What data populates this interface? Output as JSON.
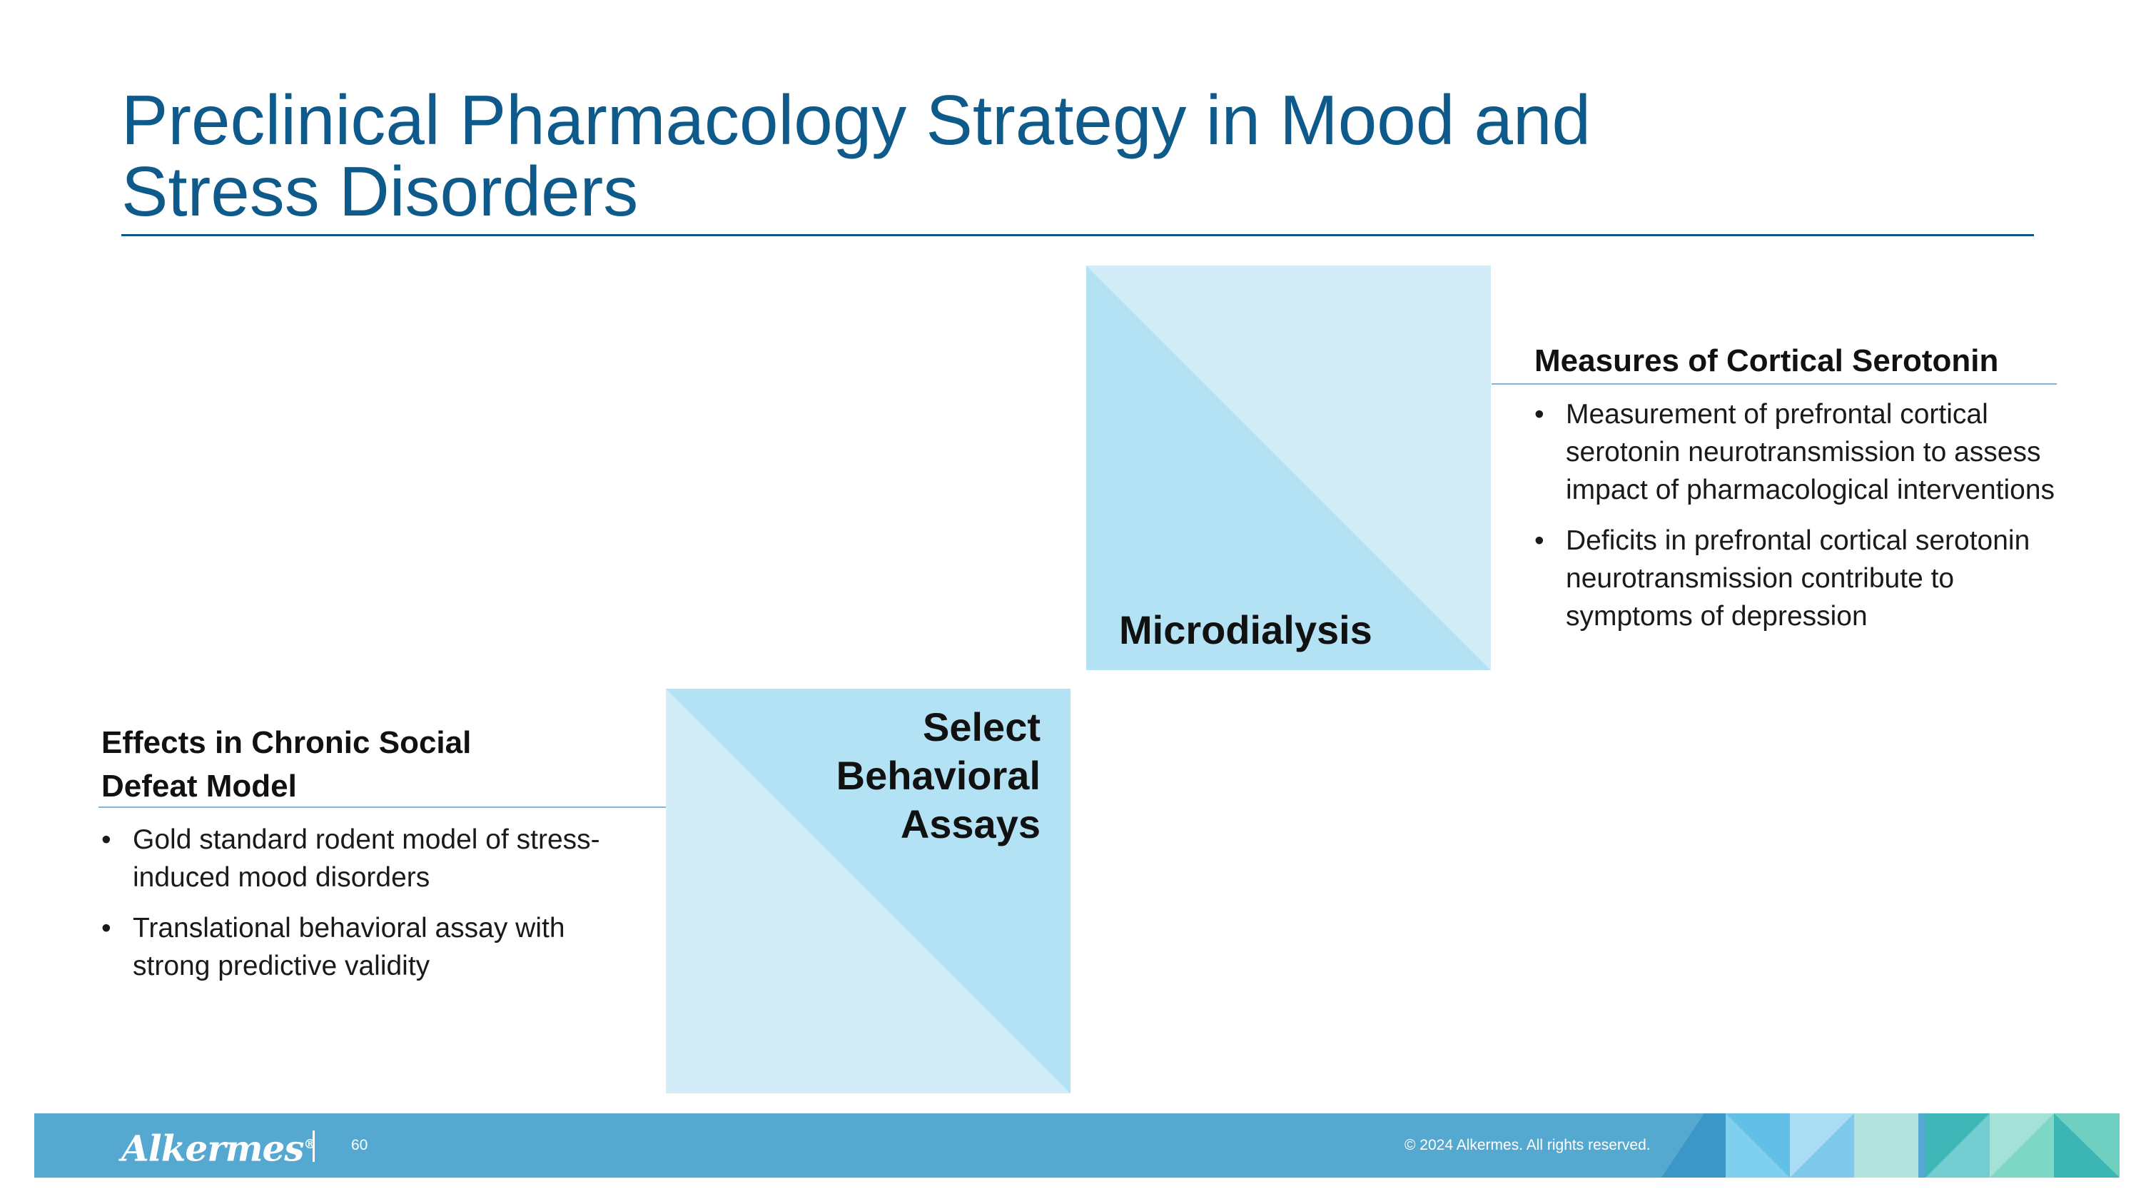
{
  "title": {
    "line1": "Preclinical Pharmacology Strategy in Mood and",
    "line2": "Stress Disorders"
  },
  "colors": {
    "title": "#0e5a8a",
    "square_dark": "#b2e2f3",
    "square_light": "#d3edf8",
    "footer": "#55a8d0"
  },
  "diagram": {
    "microdialysis_label": "Microdialysis",
    "behavioral_label_lines": [
      "Select",
      "Behavioral",
      "Assays"
    ]
  },
  "right_panel": {
    "heading": "Measures of Cortical Serotonin",
    "bullets": [
      "Measurement of prefrontal cortical serotonin neurotransmission to assess impact of pharmacological interventions",
      "Deficits in prefrontal cortical serotonin neurotransmission contribute to symptoms of depression"
    ]
  },
  "left_panel": {
    "heading_lines": [
      "Effects in Chronic Social",
      "Defeat Model"
    ],
    "bullets": [
      "Gold standard rodent model of stress-induced mood disorders",
      "Translational behavioral assay with strong predictive validity"
    ]
  },
  "footer": {
    "logo": "Alkermes",
    "logo_mark": "®",
    "page_number": "60",
    "copyright": "© 2024 Alkermes. All rights reserved."
  }
}
